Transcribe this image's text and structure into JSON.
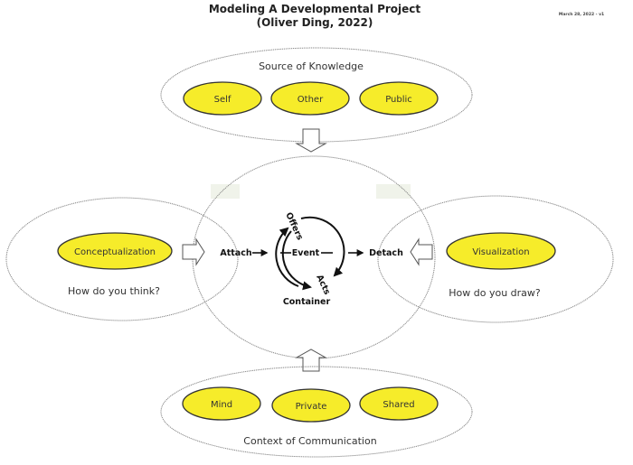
{
  "header": {
    "title_line1": "Modeling A Developmental Project",
    "title_line2": "(Oliver Ding, 2022)",
    "version_note": "March 28, 2022 - v1"
  },
  "colors": {
    "pill_fill": "#f6ec2a",
    "outline": "#888888"
  },
  "top_group": {
    "label": "Source of Knowledge",
    "items": [
      "Self",
      "Other",
      "Public"
    ]
  },
  "bottom_group": {
    "label": "Context of Communication",
    "items": [
      "Mind",
      "Private",
      "Shared"
    ]
  },
  "left_group": {
    "pill": "Conceptualization",
    "question": "How do you think?"
  },
  "right_group": {
    "pill": "Visualization",
    "question": "How do you draw?"
  },
  "center": {
    "attach": "Attach",
    "detach": "Detach",
    "event": "Event",
    "offers": "Offers",
    "acts": "Acts",
    "container": "Container"
  }
}
